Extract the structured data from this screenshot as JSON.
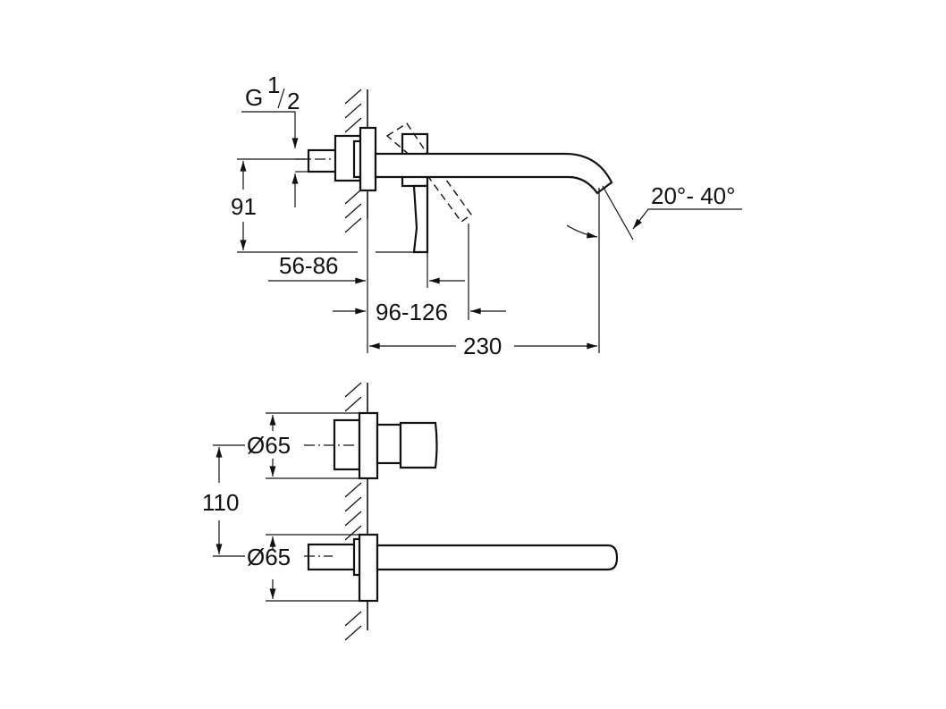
{
  "side_view": {
    "thread_label": "G",
    "thread_num": "1",
    "thread_den": "2",
    "height_dim": "91",
    "wall_to_lever_dim": "56-86",
    "wall_to_lever_tilt_dim": "96-126",
    "projection_dim": "230",
    "angle_dim": "20°- 40°"
  },
  "front_view": {
    "upper_diameter": "Ø65",
    "lower_diameter": "Ø65",
    "spacing_dim": "110"
  }
}
